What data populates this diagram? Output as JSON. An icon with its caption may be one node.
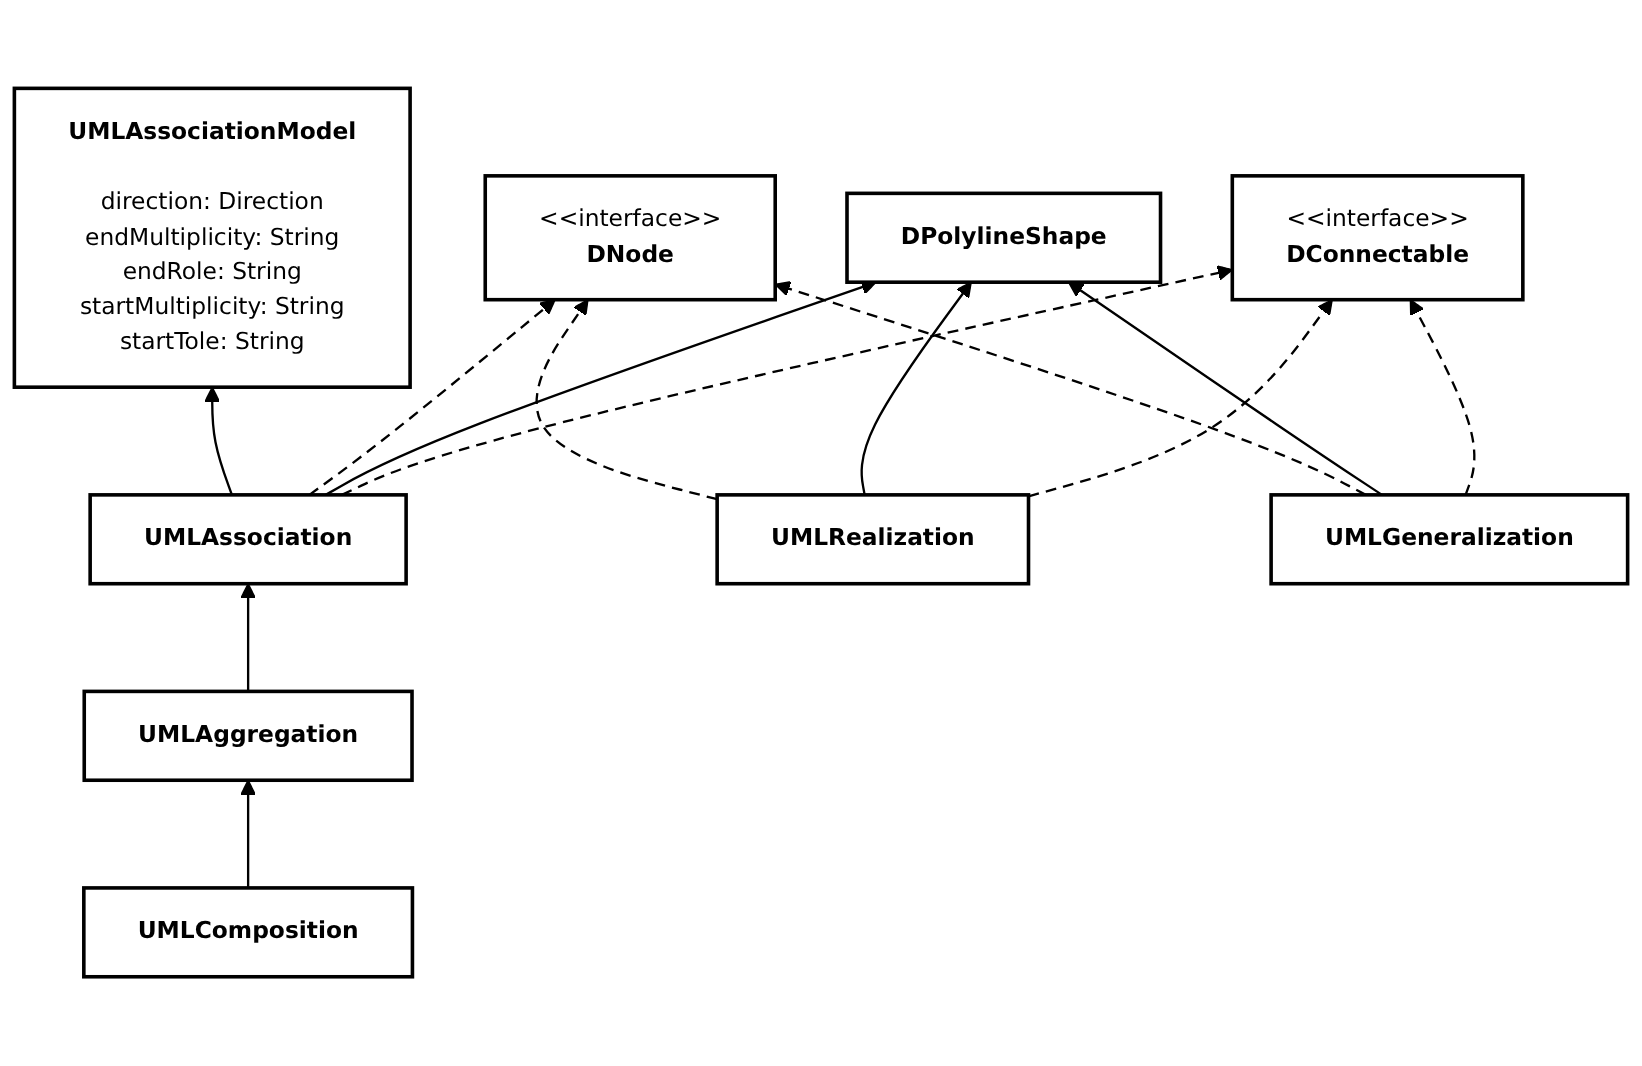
{
  "diagram": {
    "nodes": [
      {
        "text": [
          "<<interface>>",
          "DConnectable"
        ]
      },
      {
        "text": [
          "DPolylineShape"
        ]
      },
      {
        "text": [
          "<<interface>>",
          "DNode"
        ]
      },
      {
        "text": [
          "UMLAssociation"
        ]
      },
      {
        "text": [
          "UMLRealization"
        ]
      },
      {
        "text": [
          "UMLGeneralization"
        ]
      },
      {
        "text": [
          "UMLAssociationModel",
          "direction: Direction",
          "endMultiplicity: String",
          "endRole: String",
          "startMultiplicity: String",
          "startTole: String"
        ]
      },
      {
        "text": [
          "UMLAggregation"
        ]
      },
      {
        "text": [
          "UMLComposition"
        ]
      }
    ],
    "edges": [
      {
        "from": 3,
        "to": 0,
        "arrow": "to",
        "style": "dashed"
      },
      {
        "from": 3,
        "to": 1,
        "arrow": "to"
      },
      {
        "from": 3,
        "to": 2,
        "arrow": "to",
        "style": "dashed"
      },
      {
        "from": 4,
        "to": 0,
        "arrow": "to",
        "style": "dashed"
      },
      {
        "from": 4,
        "to": 1,
        "arrow": "to"
      },
      {
        "from": 4,
        "to": 2,
        "arrow": "to",
        "style": "dashed"
      },
      {
        "from": 5,
        "to": 0,
        "arrow": "to",
        "style": "dashed"
      },
      {
        "from": 5,
        "to": 1,
        "arrow": "to"
      },
      {
        "from": 5,
        "to": 2,
        "arrow": "to",
        "style": "dashed"
      },
      {
        "from": 7,
        "to": 3,
        "arrow": "to"
      },
      {
        "from": 8,
        "to": 7,
        "arrow": "to"
      },
      {
        "from": 3,
        "to": 6,
        "arrow": "to"
      }
    ]
  }
}
